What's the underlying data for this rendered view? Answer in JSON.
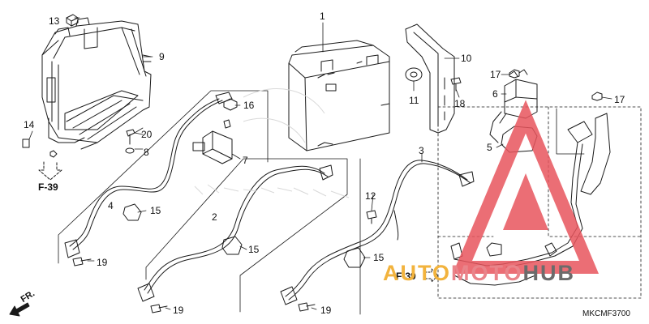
{
  "diagram": {
    "code": "MKCMF3700",
    "direction_label": "FR.",
    "refs": [
      "F-39",
      "F-39"
    ],
    "callouts": [
      {
        "id": "c1",
        "label": "1"
      },
      {
        "id": "c2",
        "label": "2"
      },
      {
        "id": "c3",
        "label": "3"
      },
      {
        "id": "c4",
        "label": "4"
      },
      {
        "id": "c5",
        "label": "5"
      },
      {
        "id": "c6",
        "label": "6"
      },
      {
        "id": "c7",
        "label": "7"
      },
      {
        "id": "c8",
        "label": "8"
      },
      {
        "id": "c9",
        "label": "9"
      },
      {
        "id": "c10",
        "label": "10"
      },
      {
        "id": "c11",
        "label": "11"
      },
      {
        "id": "c12",
        "label": "12"
      },
      {
        "id": "c13",
        "label": "13"
      },
      {
        "id": "c14",
        "label": "14"
      },
      {
        "id": "c15a",
        "label": "15"
      },
      {
        "id": "c15b",
        "label": "15"
      },
      {
        "id": "c15c",
        "label": "15"
      },
      {
        "id": "c16",
        "label": "16"
      },
      {
        "id": "c17a",
        "label": "17"
      },
      {
        "id": "c17b",
        "label": "17"
      },
      {
        "id": "c18",
        "label": "18"
      },
      {
        "id": "c19a",
        "label": "19"
      },
      {
        "id": "c19b",
        "label": "19"
      },
      {
        "id": "c19c",
        "label": "19"
      },
      {
        "id": "c20",
        "label": "20"
      }
    ]
  },
  "watermark": {
    "part1": "AUTO",
    "part2": "MOTO",
    "part3": "HUB"
  },
  "colors": {
    "line": "#1a1a1a",
    "watermark_red": "#e8555d",
    "watermark_orange": "#f2b33d",
    "watermark_grey": "#6b6b6b"
  }
}
